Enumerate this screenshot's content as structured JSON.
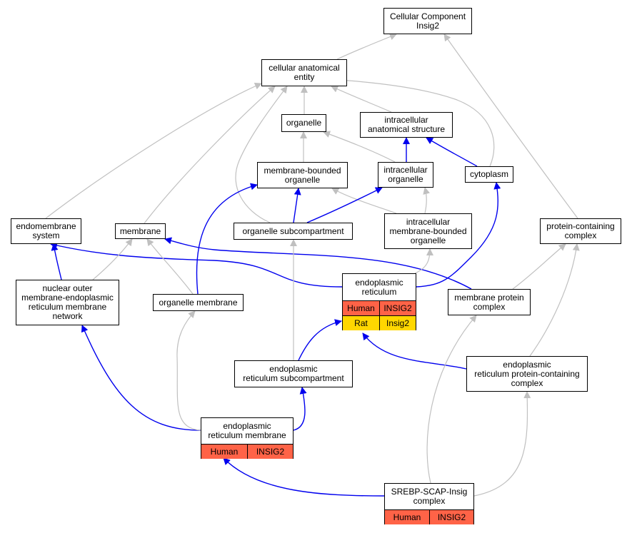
{
  "colors": {
    "gray_edge": "#c0c0c0",
    "blue_edge": "#0000ee",
    "human": "#ff6347",
    "rat": "#ffd700"
  },
  "nodes": [
    {
      "id": "cellular-component",
      "label": "Cellular Component\nInsig2"
    },
    {
      "id": "cellular-anatomical-entity",
      "label": "cellular anatomical\nentity"
    },
    {
      "id": "organelle",
      "label": "organelle"
    },
    {
      "id": "intracellular-anatomical-structure",
      "label": "intracellular\nanatomical structure"
    },
    {
      "id": "membrane-bounded-organelle",
      "label": "membrane-bounded\norganelle"
    },
    {
      "id": "intracellular-organelle",
      "label": "intracellular\norganelle"
    },
    {
      "id": "cytoplasm",
      "label": "cytoplasm"
    },
    {
      "id": "endomembrane-system",
      "label": "endomembrane\nsystem"
    },
    {
      "id": "membrane",
      "label": "membrane"
    },
    {
      "id": "organelle-subcompartment",
      "label": "organelle subcompartment"
    },
    {
      "id": "intracellular-membrane-bounded-organelle",
      "label": "intracellular\nmembrane-bounded\norganelle"
    },
    {
      "id": "protein-containing-complex",
      "label": "protein-containing\ncomplex"
    },
    {
      "id": "nuclear-outer-membrane-er-network",
      "label": "nuclear outer\nmembrane-endoplasmic\nreticulum membrane\nnetwork"
    },
    {
      "id": "organelle-membrane",
      "label": "organelle membrane"
    },
    {
      "id": "endoplasmic-reticulum",
      "label": "endoplasmic\nreticulum",
      "annotations": [
        {
          "species": "Human",
          "gene": "INSIG2",
          "color": "#ff6347"
        },
        {
          "species": "Rat",
          "gene": "Insig2",
          "color": "#ffd700"
        }
      ]
    },
    {
      "id": "membrane-protein-complex",
      "label": "membrane protein\ncomplex"
    },
    {
      "id": "er-subcompartment",
      "label": "endoplasmic\nreticulum subcompartment"
    },
    {
      "id": "er-protein-containing-complex",
      "label": "endoplasmic\nreticulum protein-containing\ncomplex"
    },
    {
      "id": "er-membrane",
      "label": "endoplasmic\nreticulum membrane",
      "annotations": [
        {
          "species": "Human",
          "gene": "INSIG2",
          "color": "#ff6347"
        }
      ]
    },
    {
      "id": "srebp-scap-insig-complex",
      "label": "SREBP-SCAP-Insig\ncomplex",
      "annotations": [
        {
          "species": "Human",
          "gene": "INSIG2",
          "color": "#ff6347"
        }
      ]
    }
  ],
  "edges": [
    {
      "from": "cellular-anatomical-entity",
      "to": "cellular-component",
      "type": "gray"
    },
    {
      "from": "protein-containing-complex",
      "to": "cellular-component",
      "type": "gray"
    },
    {
      "from": "organelle",
      "to": "cellular-anatomical-entity",
      "type": "gray"
    },
    {
      "from": "intracellular-anatomical-structure",
      "to": "cellular-anatomical-entity",
      "type": "gray"
    },
    {
      "from": "cytoplasm",
      "to": "cellular-anatomical-entity",
      "type": "gray"
    },
    {
      "from": "endomembrane-system",
      "to": "cellular-anatomical-entity",
      "type": "gray"
    },
    {
      "from": "membrane",
      "to": "cellular-anatomical-entity",
      "type": "gray"
    },
    {
      "from": "organelle-subcompartment",
      "to": "cellular-anatomical-entity",
      "type": "gray"
    },
    {
      "from": "intracellular-organelle",
      "to": "organelle",
      "type": "gray"
    },
    {
      "from": "membrane-bounded-organelle",
      "to": "organelle",
      "type": "gray"
    },
    {
      "from": "intracellular-organelle",
      "to": "intracellular-anatomical-structure",
      "type": "blue"
    },
    {
      "from": "cytoplasm",
      "to": "intracellular-anatomical-structure",
      "type": "blue"
    },
    {
      "from": "organelle-subcompartment",
      "to": "membrane-bounded-organelle",
      "type": "blue"
    },
    {
      "from": "intracellular-membrane-bounded-organelle",
      "to": "membrane-bounded-organelle",
      "type": "gray"
    },
    {
      "from": "organelle-membrane",
      "to": "membrane-bounded-organelle",
      "type": "blue"
    },
    {
      "from": "organelle-subcompartment",
      "to": "intracellular-organelle",
      "type": "blue"
    },
    {
      "from": "intracellular-membrane-bounded-organelle",
      "to": "intracellular-organelle",
      "type": "gray"
    },
    {
      "from": "endoplasmic-reticulum",
      "to": "cytoplasm",
      "type": "blue"
    },
    {
      "from": "endoplasmic-reticulum",
      "to": "endomembrane-system",
      "type": "blue"
    },
    {
      "from": "nuclear-outer-membrane-er-network",
      "to": "endomembrane-system",
      "type": "blue"
    },
    {
      "from": "membrane-protein-complex",
      "to": "membrane",
      "type": "blue"
    },
    {
      "from": "nuclear-outer-membrane-er-network",
      "to": "membrane",
      "type": "gray"
    },
    {
      "from": "organelle-membrane",
      "to": "membrane",
      "type": "gray"
    },
    {
      "from": "er-subcompartment",
      "to": "organelle-subcompartment",
      "type": "gray"
    },
    {
      "from": "endoplasmic-reticulum",
      "to": "intracellular-membrane-bounded-organelle",
      "type": "gray"
    },
    {
      "from": "membrane-protein-complex",
      "to": "protein-containing-complex",
      "type": "gray"
    },
    {
      "from": "er-protein-containing-complex",
      "to": "protein-containing-complex",
      "type": "gray"
    },
    {
      "from": "er-membrane",
      "to": "nuclear-outer-membrane-er-network",
      "type": "blue"
    },
    {
      "from": "er-membrane",
      "to": "organelle-membrane",
      "type": "gray"
    },
    {
      "from": "er-subcompartment",
      "to": "endoplasmic-reticulum",
      "type": "blue"
    },
    {
      "from": "er-protein-containing-complex",
      "to": "endoplasmic-reticulum",
      "type": "blue"
    },
    {
      "from": "srebp-scap-insig-complex",
      "to": "membrane-protein-complex",
      "type": "gray"
    },
    {
      "from": "er-membrane",
      "to": "er-subcompartment",
      "type": "blue"
    },
    {
      "from": "srebp-scap-insig-complex",
      "to": "er-protein-containing-complex",
      "type": "gray"
    },
    {
      "from": "srebp-scap-insig-complex",
      "to": "er-membrane",
      "type": "blue"
    }
  ]
}
